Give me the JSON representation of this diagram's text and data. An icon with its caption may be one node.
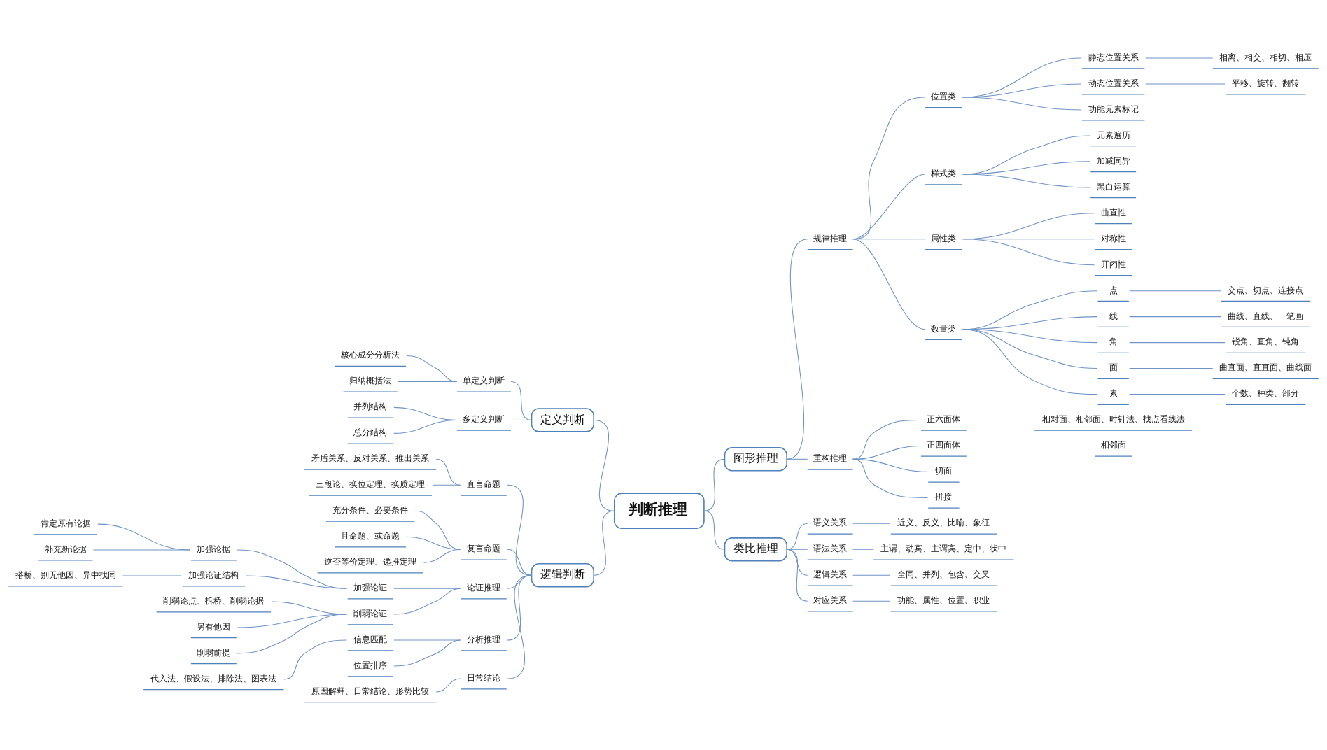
{
  "diagram": {
    "nodes": [
      {
        "text": [
          "判断推理"
        ]
      },
      {
        "text": [
          "定义判断"
        ]
      },
      {
        "text": [
          "单定义判断"
        ]
      },
      {
        "text": [
          "核心成分分析法"
        ]
      },
      {
        "text": [
          "归纳概括法"
        ]
      },
      {
        "text": [
          "多定义判断"
        ]
      },
      {
        "text": [
          "并列结构"
        ]
      },
      {
        "text": [
          "总分结构"
        ]
      },
      {
        "text": [
          "逻辑判断"
        ]
      },
      {
        "text": [
          "直言命题"
        ]
      },
      {
        "text": [
          "矛盾关系、反对关系、推出关系"
        ]
      },
      {
        "text": [
          "三段论、换位定理、换质定理"
        ]
      },
      {
        "text": [
          "复言命题"
        ]
      },
      {
        "text": [
          "充分条件、必要条件"
        ]
      },
      {
        "text": [
          "且命题、或命题"
        ]
      },
      {
        "text": [
          "逆否等价定理、递推定理"
        ]
      },
      {
        "text": [
          "论证推理"
        ]
      },
      {
        "text": [
          "加强论证"
        ]
      },
      {
        "text": [
          "加强论据"
        ]
      },
      {
        "text": [
          "肯定原有论据"
        ]
      },
      {
        "text": [
          "补充新论据"
        ]
      },
      {
        "text": [
          "加强论证结构"
        ]
      },
      {
        "text": [
          "搭桥、别无他因、异中找同"
        ]
      },
      {
        "text": [
          "削弱论证"
        ]
      },
      {
        "text": [
          "削弱论点、拆桥、削弱论据"
        ]
      },
      {
        "text": [
          "另有他因"
        ]
      },
      {
        "text": [
          "削弱前提"
        ]
      },
      {
        "text": [
          "分析推理"
        ]
      },
      {
        "text": [
          "信息匹配"
        ]
      },
      {
        "text": [
          "代入法、假设法、排除法、图表法"
        ]
      },
      {
        "text": [
          "位置排序"
        ]
      },
      {
        "text": [
          "日常结论"
        ]
      },
      {
        "text": [
          "原因解释、日常结论、形势比较"
        ]
      },
      {
        "text": [
          "图形推理"
        ]
      },
      {
        "text": [
          "规律推理"
        ]
      },
      {
        "text": [
          "位置类"
        ]
      },
      {
        "text": [
          "静态位置关系"
        ]
      },
      {
        "text": [
          "相离、相交、相切、相压"
        ]
      },
      {
        "text": [
          "动态位置关系"
        ]
      },
      {
        "text": [
          "平移、旋转、翻转"
        ]
      },
      {
        "text": [
          "功能元素标记"
        ]
      },
      {
        "text": [
          "样式类"
        ]
      },
      {
        "text": [
          "元素遍历"
        ]
      },
      {
        "text": [
          "加减同异"
        ]
      },
      {
        "text": [
          "黑白运算"
        ]
      },
      {
        "text": [
          "属性类"
        ]
      },
      {
        "text": [
          "曲直性"
        ]
      },
      {
        "text": [
          "对称性"
        ]
      },
      {
        "text": [
          "开闭性"
        ]
      },
      {
        "text": [
          "数量类"
        ]
      },
      {
        "text": [
          "点"
        ]
      },
      {
        "text": [
          "交点、切点、连接点"
        ]
      },
      {
        "text": [
          "线"
        ]
      },
      {
        "text": [
          "曲线、直线、一笔画"
        ]
      },
      {
        "text": [
          "角"
        ]
      },
      {
        "text": [
          "锐角、直角、钝角"
        ]
      },
      {
        "text": [
          "面"
        ]
      },
      {
        "text": [
          "曲直面、直直面、曲线面"
        ]
      },
      {
        "text": [
          "素"
        ]
      },
      {
        "text": [
          "个数、种类、部分"
        ]
      },
      {
        "text": [
          "重构推理"
        ]
      },
      {
        "text": [
          "正六面体"
        ]
      },
      {
        "text": [
          "相对面、相邻面、时针法、找点看线法"
        ]
      },
      {
        "text": [
          "正四面体"
        ]
      },
      {
        "text": [
          "相邻面"
        ]
      },
      {
        "text": [
          "切面"
        ]
      },
      {
        "text": [
          "拼接"
        ]
      },
      {
        "text": [
          "类比推理"
        ]
      },
      {
        "text": [
          "语义关系"
        ]
      },
      {
        "text": [
          "近义、反义、比喻、象征"
        ]
      },
      {
        "text": [
          "语法关系"
        ]
      },
      {
        "text": [
          "主谓、动宾、主谓宾、定中、状中"
        ]
      },
      {
        "text": [
          "逻辑关系"
        ]
      },
      {
        "text": [
          "全同、并列、包含、交叉"
        ]
      },
      {
        "text": [
          "对应关系"
        ]
      },
      {
        "text": [
          "功能、属性、位置、职业"
        ]
      }
    ],
    "edges": [
      {
        "from": 0,
        "to": 1,
        "arrow": "none"
      },
      {
        "from": 1,
        "to": 2,
        "arrow": "none"
      },
      {
        "from": 2,
        "to": 3,
        "arrow": "none"
      },
      {
        "from": 2,
        "to": 4,
        "arrow": "none"
      },
      {
        "from": 1,
        "to": 5,
        "arrow": "none"
      },
      {
        "from": 5,
        "to": 6,
        "arrow": "none"
      },
      {
        "from": 5,
        "to": 7,
        "arrow": "none"
      },
      {
        "from": 0,
        "to": 8,
        "arrow": "none"
      },
      {
        "from": 8,
        "to": 9,
        "arrow": "none"
      },
      {
        "from": 9,
        "to": 10,
        "arrow": "none"
      },
      {
        "from": 9,
        "to": 11,
        "arrow": "none"
      },
      {
        "from": 8,
        "to": 12,
        "arrow": "none"
      },
      {
        "from": 12,
        "to": 13,
        "arrow": "none"
      },
      {
        "from": 12,
        "to": 14,
        "arrow": "none"
      },
      {
        "from": 12,
        "to": 15,
        "arrow": "none"
      },
      {
        "from": 8,
        "to": 16,
        "arrow": "none"
      },
      {
        "from": 16,
        "to": 17,
        "arrow": "none"
      },
      {
        "from": 17,
        "to": 18,
        "arrow": "none"
      },
      {
        "from": 18,
        "to": 19,
        "arrow": "none"
      },
      {
        "from": 18,
        "to": 20,
        "arrow": "none"
      },
      {
        "from": 17,
        "to": 21,
        "arrow": "none"
      },
      {
        "from": 21,
        "to": 22,
        "arrow": "none"
      },
      {
        "from": 16,
        "to": 23,
        "arrow": "none"
      },
      {
        "from": 23,
        "to": 24,
        "arrow": "none"
      },
      {
        "from": 23,
        "to": 25,
        "arrow": "none"
      },
      {
        "from": 23,
        "to": 26,
        "arrow": "none"
      },
      {
        "from": 8,
        "to": 27,
        "arrow": "none"
      },
      {
        "from": 27,
        "to": 28,
        "arrow": "none"
      },
      {
        "from": 28,
        "to": 29,
        "arrow": "none"
      },
      {
        "from": 27,
        "to": 30,
        "arrow": "none"
      },
      {
        "from": 8,
        "to": 31,
        "arrow": "none"
      },
      {
        "from": 31,
        "to": 32,
        "arrow": "none"
      },
      {
        "from": 0,
        "to": 33,
        "arrow": "none"
      },
      {
        "from": 33,
        "to": 34,
        "arrow": "none"
      },
      {
        "from": 34,
        "to": 35,
        "arrow": "none"
      },
      {
        "from": 35,
        "to": 36,
        "arrow": "none"
      },
      {
        "from": 36,
        "to": 37,
        "arrow": "none"
      },
      {
        "from": 35,
        "to": 38,
        "arrow": "none"
      },
      {
        "from": 38,
        "to": 39,
        "arrow": "none"
      },
      {
        "from": 35,
        "to": 40,
        "arrow": "none"
      },
      {
        "from": 34,
        "to": 41,
        "arrow": "none"
      },
      {
        "from": 41,
        "to": 42,
        "arrow": "none"
      },
      {
        "from": 41,
        "to": 43,
        "arrow": "none"
      },
      {
        "from": 41,
        "to": 44,
        "arrow": "none"
      },
      {
        "from": 34,
        "to": 45,
        "arrow": "none"
      },
      {
        "from": 45,
        "to": 46,
        "arrow": "none"
      },
      {
        "from": 45,
        "to": 47,
        "arrow": "none"
      },
      {
        "from": 45,
        "to": 48,
        "arrow": "none"
      },
      {
        "from": 34,
        "to": 49,
        "arrow": "none"
      },
      {
        "from": 49,
        "to": 50,
        "arrow": "none"
      },
      {
        "from": 50,
        "to": 51,
        "arrow": "none"
      },
      {
        "from": 49,
        "to": 52,
        "arrow": "none"
      },
      {
        "from": 52,
        "to": 53,
        "arrow": "none"
      },
      {
        "from": 49,
        "to": 54,
        "arrow": "none"
      },
      {
        "from": 54,
        "to": 55,
        "arrow": "none"
      },
      {
        "from": 49,
        "to": 56,
        "arrow": "none"
      },
      {
        "from": 56,
        "to": 57,
        "arrow": "none"
      },
      {
        "from": 49,
        "to": 58,
        "arrow": "none"
      },
      {
        "from": 58,
        "to": 59,
        "arrow": "none"
      },
      {
        "from": 33,
        "to": 60,
        "arrow": "none"
      },
      {
        "from": 60,
        "to": 61,
        "arrow": "none"
      },
      {
        "from": 61,
        "to": 62,
        "arrow": "none"
      },
      {
        "from": 60,
        "to": 63,
        "arrow": "none"
      },
      {
        "from": 63,
        "to": 64,
        "arrow": "none"
      },
      {
        "from": 60,
        "to": 65,
        "arrow": "none"
      },
      {
        "from": 60,
        "to": 66,
        "arrow": "none"
      },
      {
        "from": 0,
        "to": 67,
        "arrow": "none"
      },
      {
        "from": 67,
        "to": 68,
        "arrow": "none"
      },
      {
        "from": 68,
        "to": 69,
        "arrow": "none"
      },
      {
        "from": 67,
        "to": 70,
        "arrow": "none"
      },
      {
        "from": 70,
        "to": 71,
        "arrow": "none"
      },
      {
        "from": 67,
        "to": 72,
        "arrow": "none"
      },
      {
        "from": 72,
        "to": 73,
        "arrow": "none"
      },
      {
        "from": 67,
        "to": 74,
        "arrow": "none"
      },
      {
        "from": 74,
        "to": 75,
        "arrow": "none"
      }
    ]
  }
}
